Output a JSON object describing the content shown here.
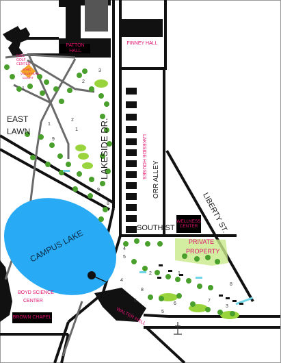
{
  "map": {
    "buildings": {
      "patton_hall": "PATTON HALL",
      "finney_hall": "FINNEY HALL",
      "wellness_center": "WELLNESS CENTER",
      "brown_chapel": "BROWN CHAPEL",
      "walter_hall": "WALTER HALL"
    },
    "streets": {
      "lakeside_dr": "LAKESIDE DR.",
      "orr_alley": "ORR ALLEY",
      "south_st": "SOUTH ST",
      "liberty_st": "LIBERTY ST."
    },
    "areas": {
      "east_lawn_line1": "EAST",
      "east_lawn_line2": "LAWN",
      "campus_lake": "CAMPUS LAKE",
      "lakeside_houses": "LAKESIDE HOUSES",
      "private_property_line1": "PRIVATE",
      "private_property_line2": "PROPERTY",
      "boyd_science_line1": "BOYD SCIENCE",
      "boyd_science_line2": "CENTER",
      "disc_golf_line1": "DISC",
      "disc_golf_line2": "GOLF",
      "disc_golf_line3": "CENTER",
      "sand_volleyball_line1": "SAND",
      "sand_volleyball_line2": "VOLLEYBALL",
      "sand_volleyball_line3": "COURT"
    },
    "hole_numbers": [
      "1",
      "2",
      "3",
      "1",
      "2",
      "9",
      "1",
      "9",
      "8",
      "4",
      "5",
      "6",
      "8",
      "7",
      "6",
      "5",
      "4",
      "3",
      "2",
      "1",
      "8"
    ],
    "colors": {
      "lake": "#29aaf4",
      "label_pink": "#e0106e",
      "path_gray": "#666666",
      "grass_green": "#9ad43c",
      "tree_green": "#4aa02c"
    }
  }
}
